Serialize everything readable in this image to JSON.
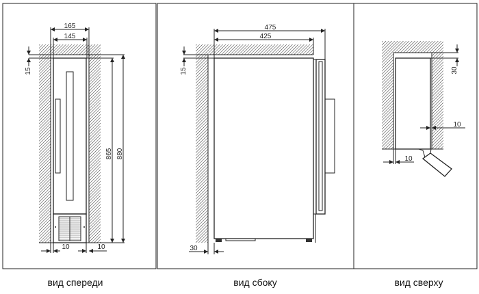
{
  "front_view": {
    "caption": "вид спереди",
    "dims": {
      "outer_width": "165",
      "inner_width": "145",
      "top_gap": "15",
      "height_inner": "865",
      "height_outer": "880",
      "left_gap": "10",
      "right_gap": "10"
    }
  },
  "side_view": {
    "caption": "вид сбоку",
    "dims": {
      "depth_outer": "475",
      "depth_inner": "425",
      "top_gap": "15",
      "back_gap": "30"
    }
  },
  "top_view": {
    "caption": "вид сверху",
    "dims": {
      "back_gap": "30",
      "right_gap": "10",
      "left_gap": "10"
    }
  },
  "colors": {
    "line": "#222222",
    "hatch": "#333333",
    "border": "#555555"
  }
}
